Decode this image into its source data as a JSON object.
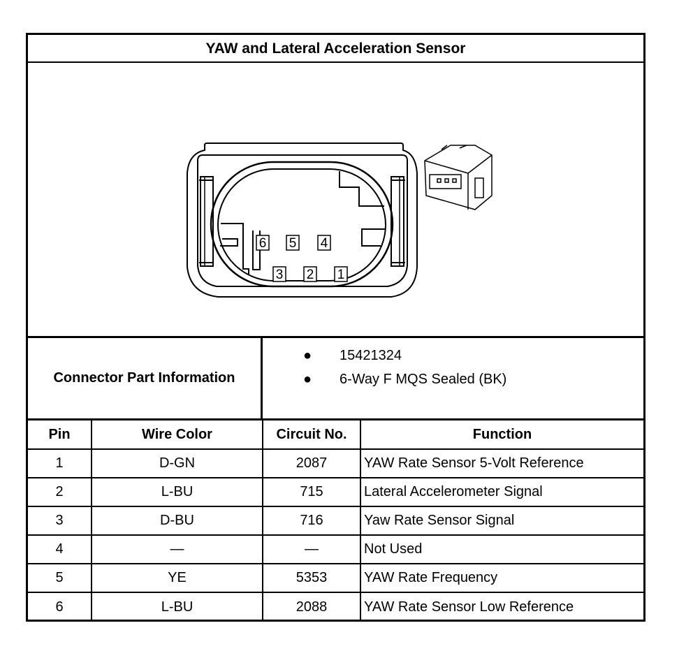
{
  "title": "YAW and Lateral Acceleration Sensor",
  "connector": {
    "pin_labels": [
      "6",
      "5",
      "4",
      "3",
      "2",
      "1"
    ]
  },
  "part_info": {
    "label": "Connector Part Information",
    "items": [
      "15421324",
      "6-Way F MQS Sealed (BK)"
    ]
  },
  "table": {
    "headers": [
      "Pin",
      "Wire Color",
      "Circuit No.",
      "Function"
    ],
    "rows": [
      [
        "1",
        "D-GN",
        "2087",
        "YAW Rate Sensor 5-Volt Reference"
      ],
      [
        "2",
        "L-BU",
        "715",
        "Lateral Accelerometer Signal"
      ],
      [
        "3",
        "D-BU",
        "716",
        "Yaw Rate Sensor Signal"
      ],
      [
        "4",
        "—",
        "—",
        "Not Used"
      ],
      [
        "5",
        "YE",
        "5353",
        "YAW Rate Frequency"
      ],
      [
        "6",
        "L-BU",
        "2088",
        "YAW Rate Sensor Low Reference"
      ]
    ]
  }
}
